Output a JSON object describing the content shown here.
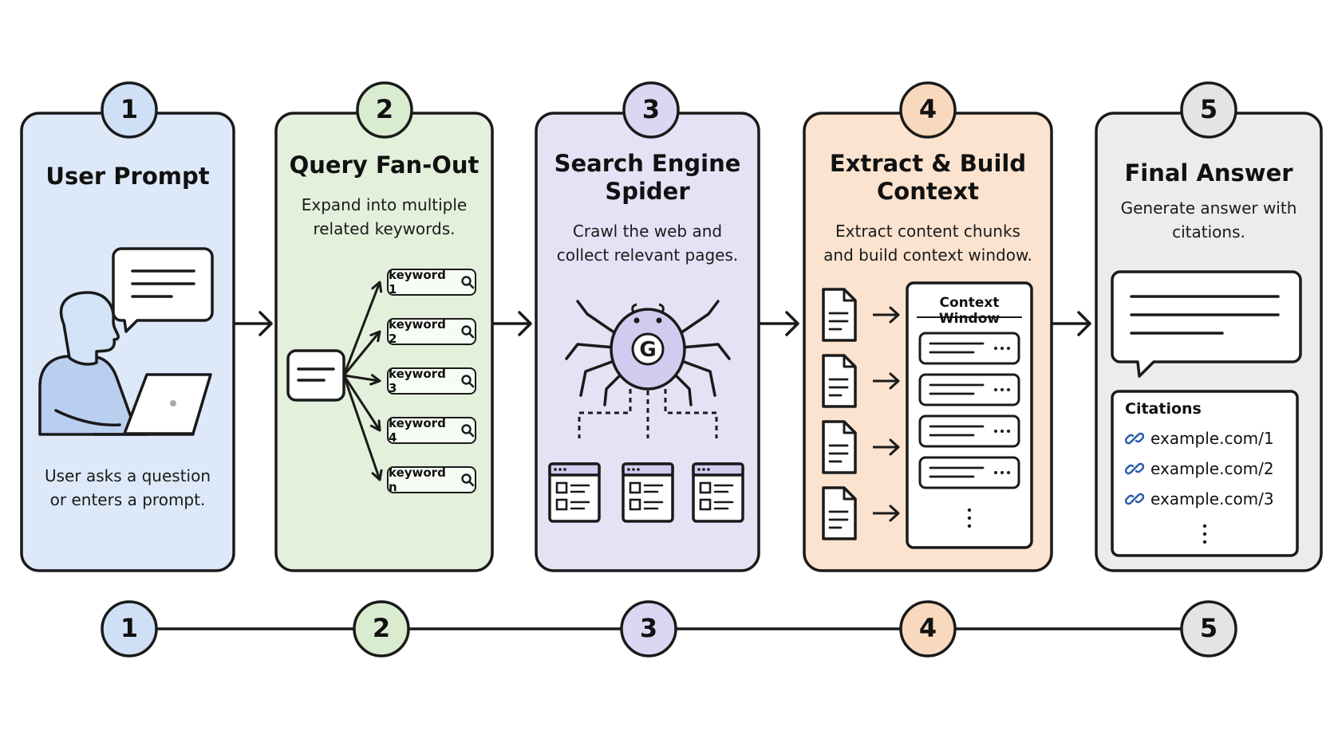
{
  "steps": [
    {
      "number": "1",
      "title": "User Prompt",
      "description": "User asks a question\nor enters a prompt.",
      "fill": "#dde9f8",
      "circle_fill": "#cfe0f6"
    },
    {
      "number": "2",
      "title": "Query Fan-Out",
      "description": "Expand into multiple\nrelated keywords.",
      "fill": "#e3f0dc",
      "circle_fill": "#d9ecd0"
    },
    {
      "number": "3",
      "title": "Search Engine\nSpider",
      "description": "Crawl the web and\ncollect relevant pages.",
      "fill": "#e6e1f5",
      "circle_fill": "#ddd6f2"
    },
    {
      "number": "4",
      "title": "Extract & Build\nContext",
      "description": "Extract content chunks\nand build context window.",
      "fill": "#fbe3cf",
      "circle_fill": "#f9d9bd"
    },
    {
      "number": "5",
      "title": "Final Answer",
      "description": "Generate answer with\ncitations.",
      "fill": "#ececec",
      "circle_fill": "#e4e4e4"
    }
  ],
  "keywords": [
    "keyword 1",
    "keyword 2",
    "keyword 3",
    "keyword 4",
    "keyword n"
  ],
  "context_window": {
    "title": "Context Window",
    "chunk_count": 4
  },
  "citations": {
    "title": "Citations",
    "items": [
      "example.com/1",
      "example.com/2",
      "example.com/3"
    ]
  },
  "spider_letter": "G",
  "icons": {
    "user": "person-at-laptop-icon",
    "speech": "speech-bubble-icon",
    "search": "magnifier-icon",
    "spider": "spider-robot-icon",
    "page": "web-page-icon",
    "document": "document-icon",
    "link": "link-icon",
    "arrow": "arrow-right-icon"
  },
  "colors": {
    "stroke": "#1a1a1a",
    "link": "#2f5fae"
  }
}
